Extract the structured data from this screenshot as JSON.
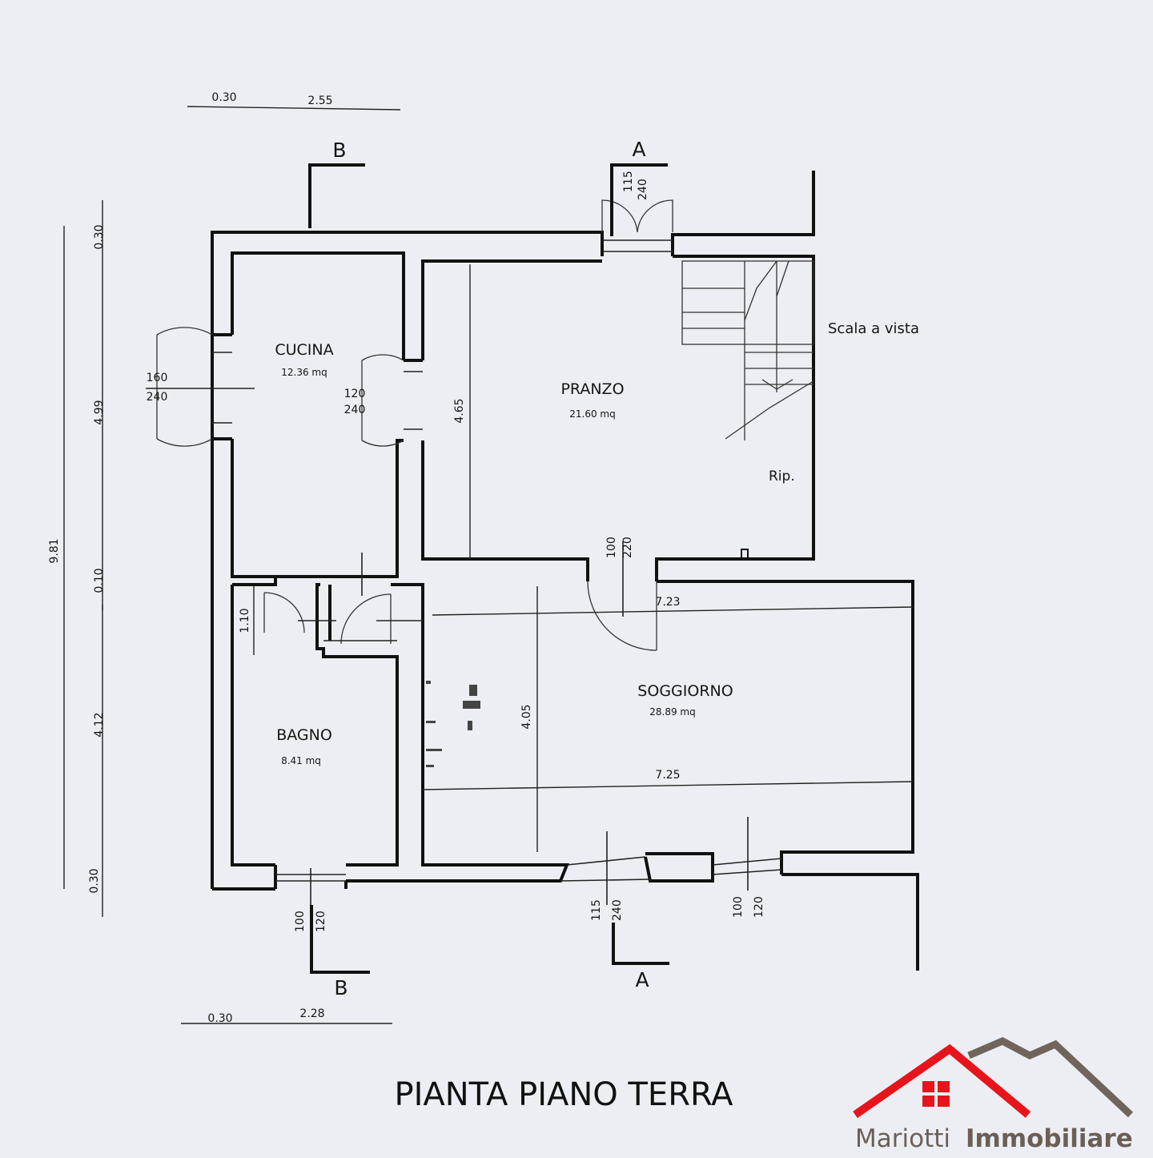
{
  "title": "PIANTA PIANO TERRA",
  "rooms": {
    "cucina": {
      "name": "CUCINA",
      "area": "12.36 mq"
    },
    "pranzo": {
      "name": "PRANZO",
      "area": "21.60 mq"
    },
    "soggiorno": {
      "name": "SOGGIORNO",
      "area": "28.89 mq"
    },
    "bagno": {
      "name": "BAGNO",
      "area": "8.41 mq"
    }
  },
  "annotations": {
    "stairs": "Scala a vista",
    "storage": "Rip."
  },
  "sections": {
    "a": "A",
    "b": "B"
  },
  "dimensions": {
    "top_wall": "0.30",
    "top_width": "2.55",
    "bottom_wall": "0.30",
    "bottom_width": "2.28",
    "total_height": "9.81",
    "left_top_wall": "0.30",
    "left_upper": "4.99",
    "left_mid": "0.10",
    "left_lower": "4.12",
    "left_bottom_wall": "0.30",
    "pranzo_height": "4.65",
    "hall_height": "1.10",
    "soggiorno_height": "4.05",
    "soggiorno_width_top": "7.23",
    "soggiorno_width_bottom": "7.25"
  },
  "openings": {
    "top_door": [
      "115",
      "240"
    ],
    "kitchen_window": [
      "160",
      "240"
    ],
    "kitchen_door": [
      "120",
      "240"
    ],
    "living_door": [
      "100",
      "220"
    ],
    "bath_window": [
      "100",
      "120"
    ],
    "front_door": [
      "115",
      "240"
    ],
    "living_window": [
      "100",
      "120"
    ]
  },
  "brand": {
    "name_regular": "Mariotti",
    "name_bold": "Immobiliare",
    "colors": {
      "red": "#e8141b",
      "gray": "#6f655d"
    }
  }
}
